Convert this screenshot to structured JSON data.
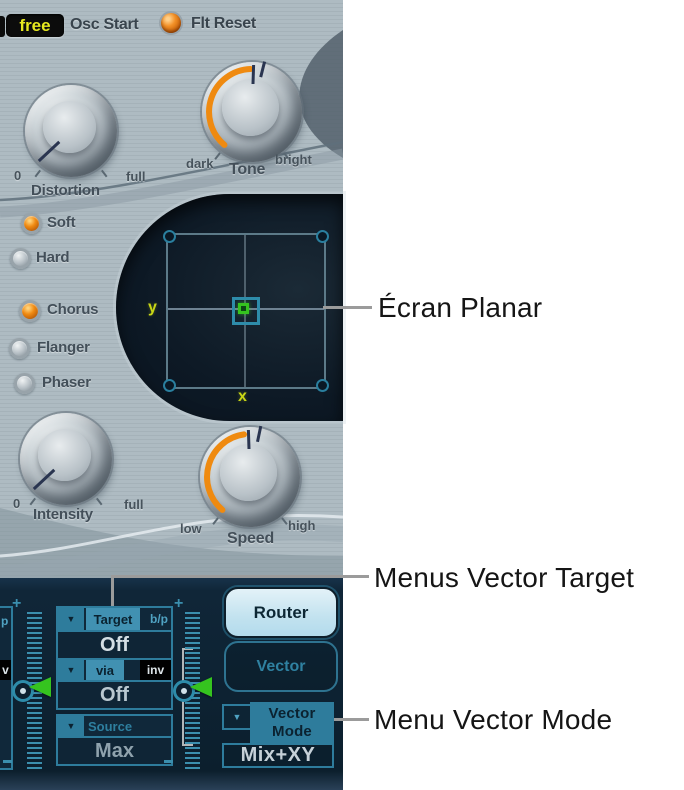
{
  "colors": {
    "accent_teal": "#2e7c9c",
    "accent_orange": "#ef8a10",
    "lcd_yellow": "#e6e81f",
    "marker_green": "#35c41f",
    "router_active_bg": "#cfe9f2"
  },
  "top_bar": {
    "lcd_value": "free",
    "osc_start_label": "Osc Start",
    "flt_reset_label": "Flt Reset"
  },
  "knobs": {
    "distortion": {
      "label": "Distortion",
      "min_label": "0",
      "max_label": "full"
    },
    "tone": {
      "label": "Tone",
      "min_label": "dark",
      "max_label": "bright"
    },
    "intensity": {
      "label": "Intensity",
      "min_label": "0",
      "max_label": "full"
    },
    "speed": {
      "label": "Speed",
      "min_label": "low",
      "max_label": "high"
    }
  },
  "distortion_type": [
    {
      "label": "Soft",
      "lit": true
    },
    {
      "label": "Hard",
      "lit": false
    }
  ],
  "modulation_effect": [
    {
      "label": "Chorus",
      "lit": true
    },
    {
      "label": "Flanger",
      "lit": false
    },
    {
      "label": "Phaser",
      "lit": false
    }
  ],
  "planar_pad": {
    "x_axis_label": "x",
    "y_axis_label": "y"
  },
  "router_section": {
    "left_slot_fragment": {
      "bp_fragment": "p",
      "inv_fragment": "v"
    },
    "ladder_plus": "+",
    "slot": {
      "target_label": "Target",
      "bypass_label": "b/p",
      "target_value": "Off",
      "via_label": "via",
      "invert_label": "inv",
      "via_value": "Off",
      "source_label": "Source",
      "source_value": "Max"
    },
    "router_button_label": "Router",
    "vector_button_label": "Vector",
    "vector_mode_label_line1": "Vector",
    "vector_mode_label_line2": "Mode",
    "vector_mode_value": "Mix+XY"
  },
  "icons": {
    "dropdown": "▼"
  },
  "annotations": {
    "planar": "Écran Planar",
    "vector_target": "Menus Vector Target",
    "vector_mode": "Menu Vector Mode"
  }
}
